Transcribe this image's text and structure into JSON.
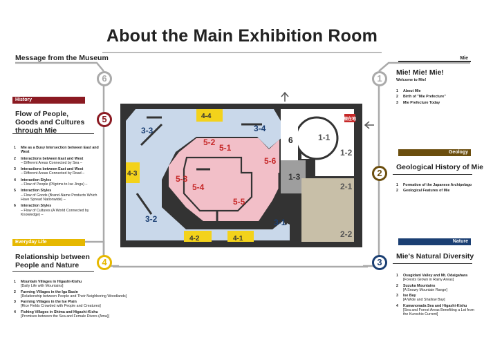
{
  "title": "About the Main Exhibition Room",
  "museum_message": "Message from the Museum",
  "sections": {
    "s1": {
      "number": "1",
      "tag": "Mie",
      "title": "Mie! Mie! Mie!",
      "subtitle": "Welcome to Mie!",
      "items": [
        {
          "n": "1",
          "text": "About Mie"
        },
        {
          "n": "2",
          "text": "Birth of \"Mie Prefecture\""
        },
        {
          "n": "3",
          "text": "Mie Prefecture Today"
        }
      ]
    },
    "s2": {
      "number": "2",
      "tag": "Geology",
      "title": "Geological History of Mie",
      "items": [
        {
          "n": "1",
          "text": "Formation of the Japanese Archipelago"
        },
        {
          "n": "2",
          "text": "Geological Features of Mie"
        }
      ]
    },
    "s3": {
      "number": "3",
      "tag": "Nature",
      "title": "Mie's Natural Diversity",
      "items": [
        {
          "n": "1",
          "text": "Osugidani Valley and Mt. Odaigahara",
          "sub": "[Forests Grown in Rainy Areas]"
        },
        {
          "n": "2",
          "text": "Suzuka Mountains",
          "sub": "[A Snowy Mountain Range]"
        },
        {
          "n": "3",
          "text": "Ise Bay",
          "sub": "[A Wide and Shallow Bay]"
        },
        {
          "n": "4",
          "text": "Kumanonada Sea and Higashi-Kishu",
          "sub": "[Sea and Forest Areas Benefiting a Lot from the Kuroshio Current]"
        }
      ]
    },
    "s4": {
      "number": "4",
      "tag": "Everyday Life",
      "title": "Relationship between People and Nature",
      "items": [
        {
          "n": "1",
          "text": "Mountain Villages in Higashi-Kishu",
          "sub": "[Daily Life with Mountains]"
        },
        {
          "n": "2",
          "text": "Farming Villages in the Iga Basin",
          "sub": "[Relationship between People and Their Neighboring Woodlands]"
        },
        {
          "n": "3",
          "text": "Farming Villages in the Ise Plain",
          "sub": "[Rice Fields Crowded with People and Creatures]"
        },
        {
          "n": "4",
          "text": "Fishing Villages in Shima and Higashi-Kishu",
          "sub": "[Promises between the Sea and Female Divers (Ama)]"
        }
      ]
    },
    "s5": {
      "number": "5",
      "tag": "History",
      "title": "Flow of People, Goods and Cultures through Mie",
      "items": [
        {
          "n": "1",
          "text": "Mie as a Busy Intersection between East and West"
        },
        {
          "n": "2",
          "text": "Interactions between East and West",
          "sub": "– Different Areas Connected by Sea –"
        },
        {
          "n": "3",
          "text": "Interactions between East and West",
          "sub": "– Different Areas Connected by Road –"
        },
        {
          "n": "4",
          "text": "Interaction Styles",
          "sub": "– Flow of People (Pilgrims to Ise Jingu) –"
        },
        {
          "n": "5",
          "text": "Interaction Styles",
          "sub": "– Flow of Goods (Brand-Name Products Which Have Spread Nationwide) –"
        },
        {
          "n": "6",
          "text": "Interaction Styles",
          "sub": "– Flow of Cultures (A World Connected by Knowledge) –"
        }
      ]
    },
    "s6": {
      "number": "6"
    }
  },
  "map": {
    "you_are_here": "現在地",
    "labels": {
      "l11": "1-1",
      "l12": "1-2",
      "l13": "1-3",
      "l21": "2-1",
      "l22": "2-2",
      "l31": "3-1",
      "l32": "3-2",
      "l33": "3-3",
      "l34": "3-4",
      "l41": "4-1",
      "l42": "4-2",
      "l43": "4-3",
      "l44": "4-4",
      "l51": "5-1",
      "l52": "5-2",
      "l53": "5-3",
      "l54": "5-4",
      "l55": "5-5",
      "l56": "5-6",
      "l6": "6"
    }
  },
  "colors": {
    "history": "#8b1a22",
    "geology": "#6b4e0e",
    "nature": "#1b3f73",
    "everyday": "#e6b800",
    "gray": "#aaaaaa",
    "zone1": "#ffffff",
    "zone2": "#c8bfa8",
    "zone3": "#c9d8ea",
    "zone4": "#f3d21b",
    "zone5": "#f2bfc8",
    "walls": "#333333"
  }
}
